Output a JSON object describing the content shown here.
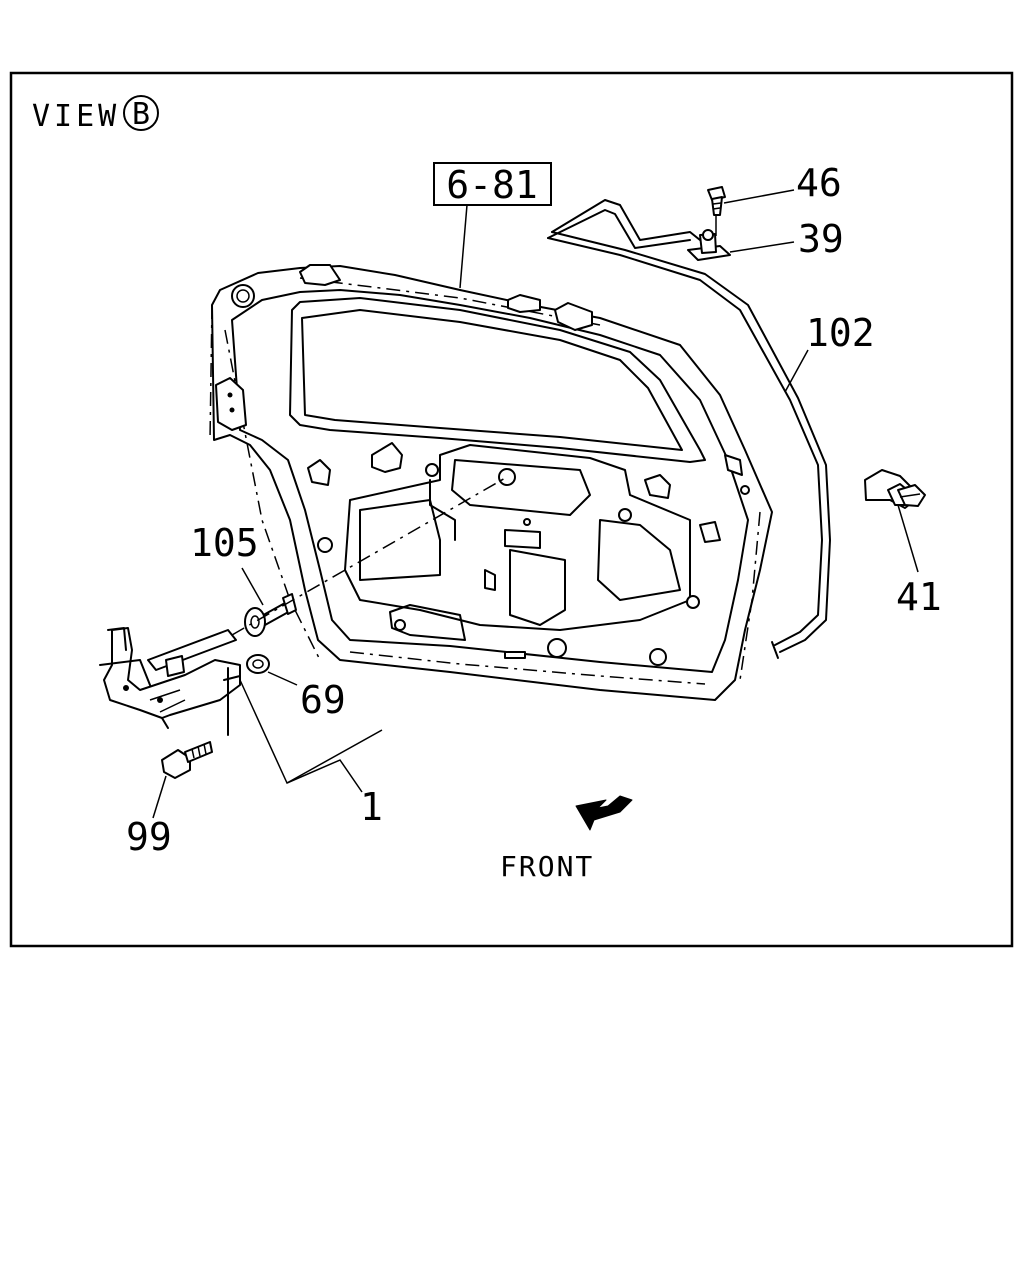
{
  "view": {
    "text": "VIEW",
    "circled_letter": "B"
  },
  "reference": {
    "text": "6-81"
  },
  "callouts": {
    "c46": "46",
    "c39": "39",
    "c102": "102",
    "c105": "105",
    "c41": "41",
    "c69": "69",
    "c1": "1",
    "c99": "99"
  },
  "front": {
    "text": "FRONT"
  },
  "icons": {
    "front_arrow": "arrow-down-left-icon"
  }
}
